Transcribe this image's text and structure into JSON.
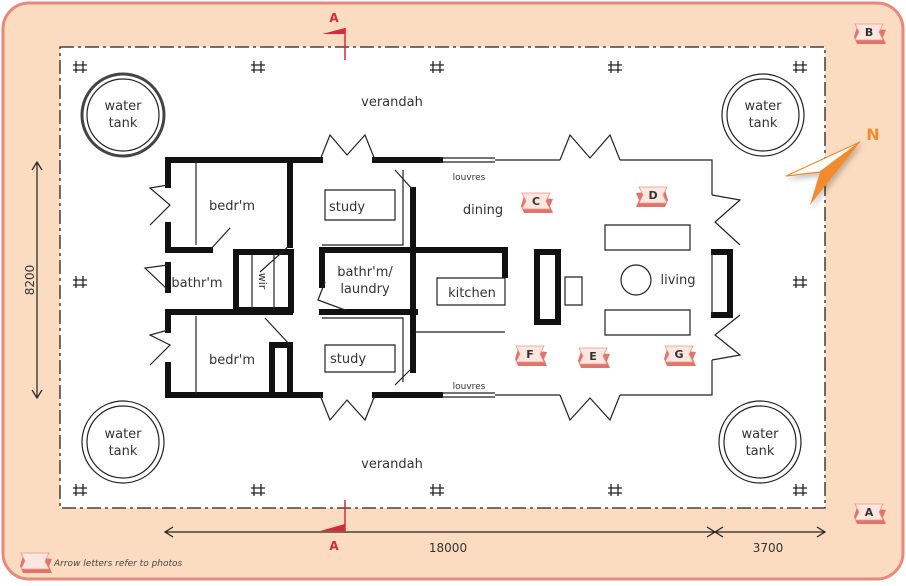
{
  "colors": {
    "background": "#fcdcc1",
    "border": "#e8897a",
    "section_marker": "#d8283a",
    "north": "#f28a2e",
    "tag": "#fbe6e0"
  },
  "rooms": {
    "verandah_top": "verandah",
    "verandah_bottom": "verandah",
    "water_tank_line1": "water",
    "water_tank_line2": "tank",
    "bedroom_top": "bedr'm",
    "bedroom_bottom": "bedr'm",
    "study_top": "study",
    "study_bottom": "study",
    "bathroom": "bathr'm",
    "wir": "wir",
    "bath_laundry_line1": "bathr'm/",
    "bath_laundry_line2": "laundry",
    "kitchen": "kitchen",
    "dining": "dining",
    "living": "living",
    "louvres_top": "louvres",
    "louvres_bottom": "louvres"
  },
  "dimensions": {
    "height": "8200",
    "width": "18000",
    "verandah_width": "3700"
  },
  "section_markers": {
    "top": "A",
    "bottom": "A"
  },
  "north_label": "N",
  "photo_markers": {
    "A": "A",
    "B": "B",
    "C": "C",
    "D": "D",
    "E": "E",
    "F": "F",
    "G": "G"
  },
  "legend": "Arrow letters refer to photos"
}
